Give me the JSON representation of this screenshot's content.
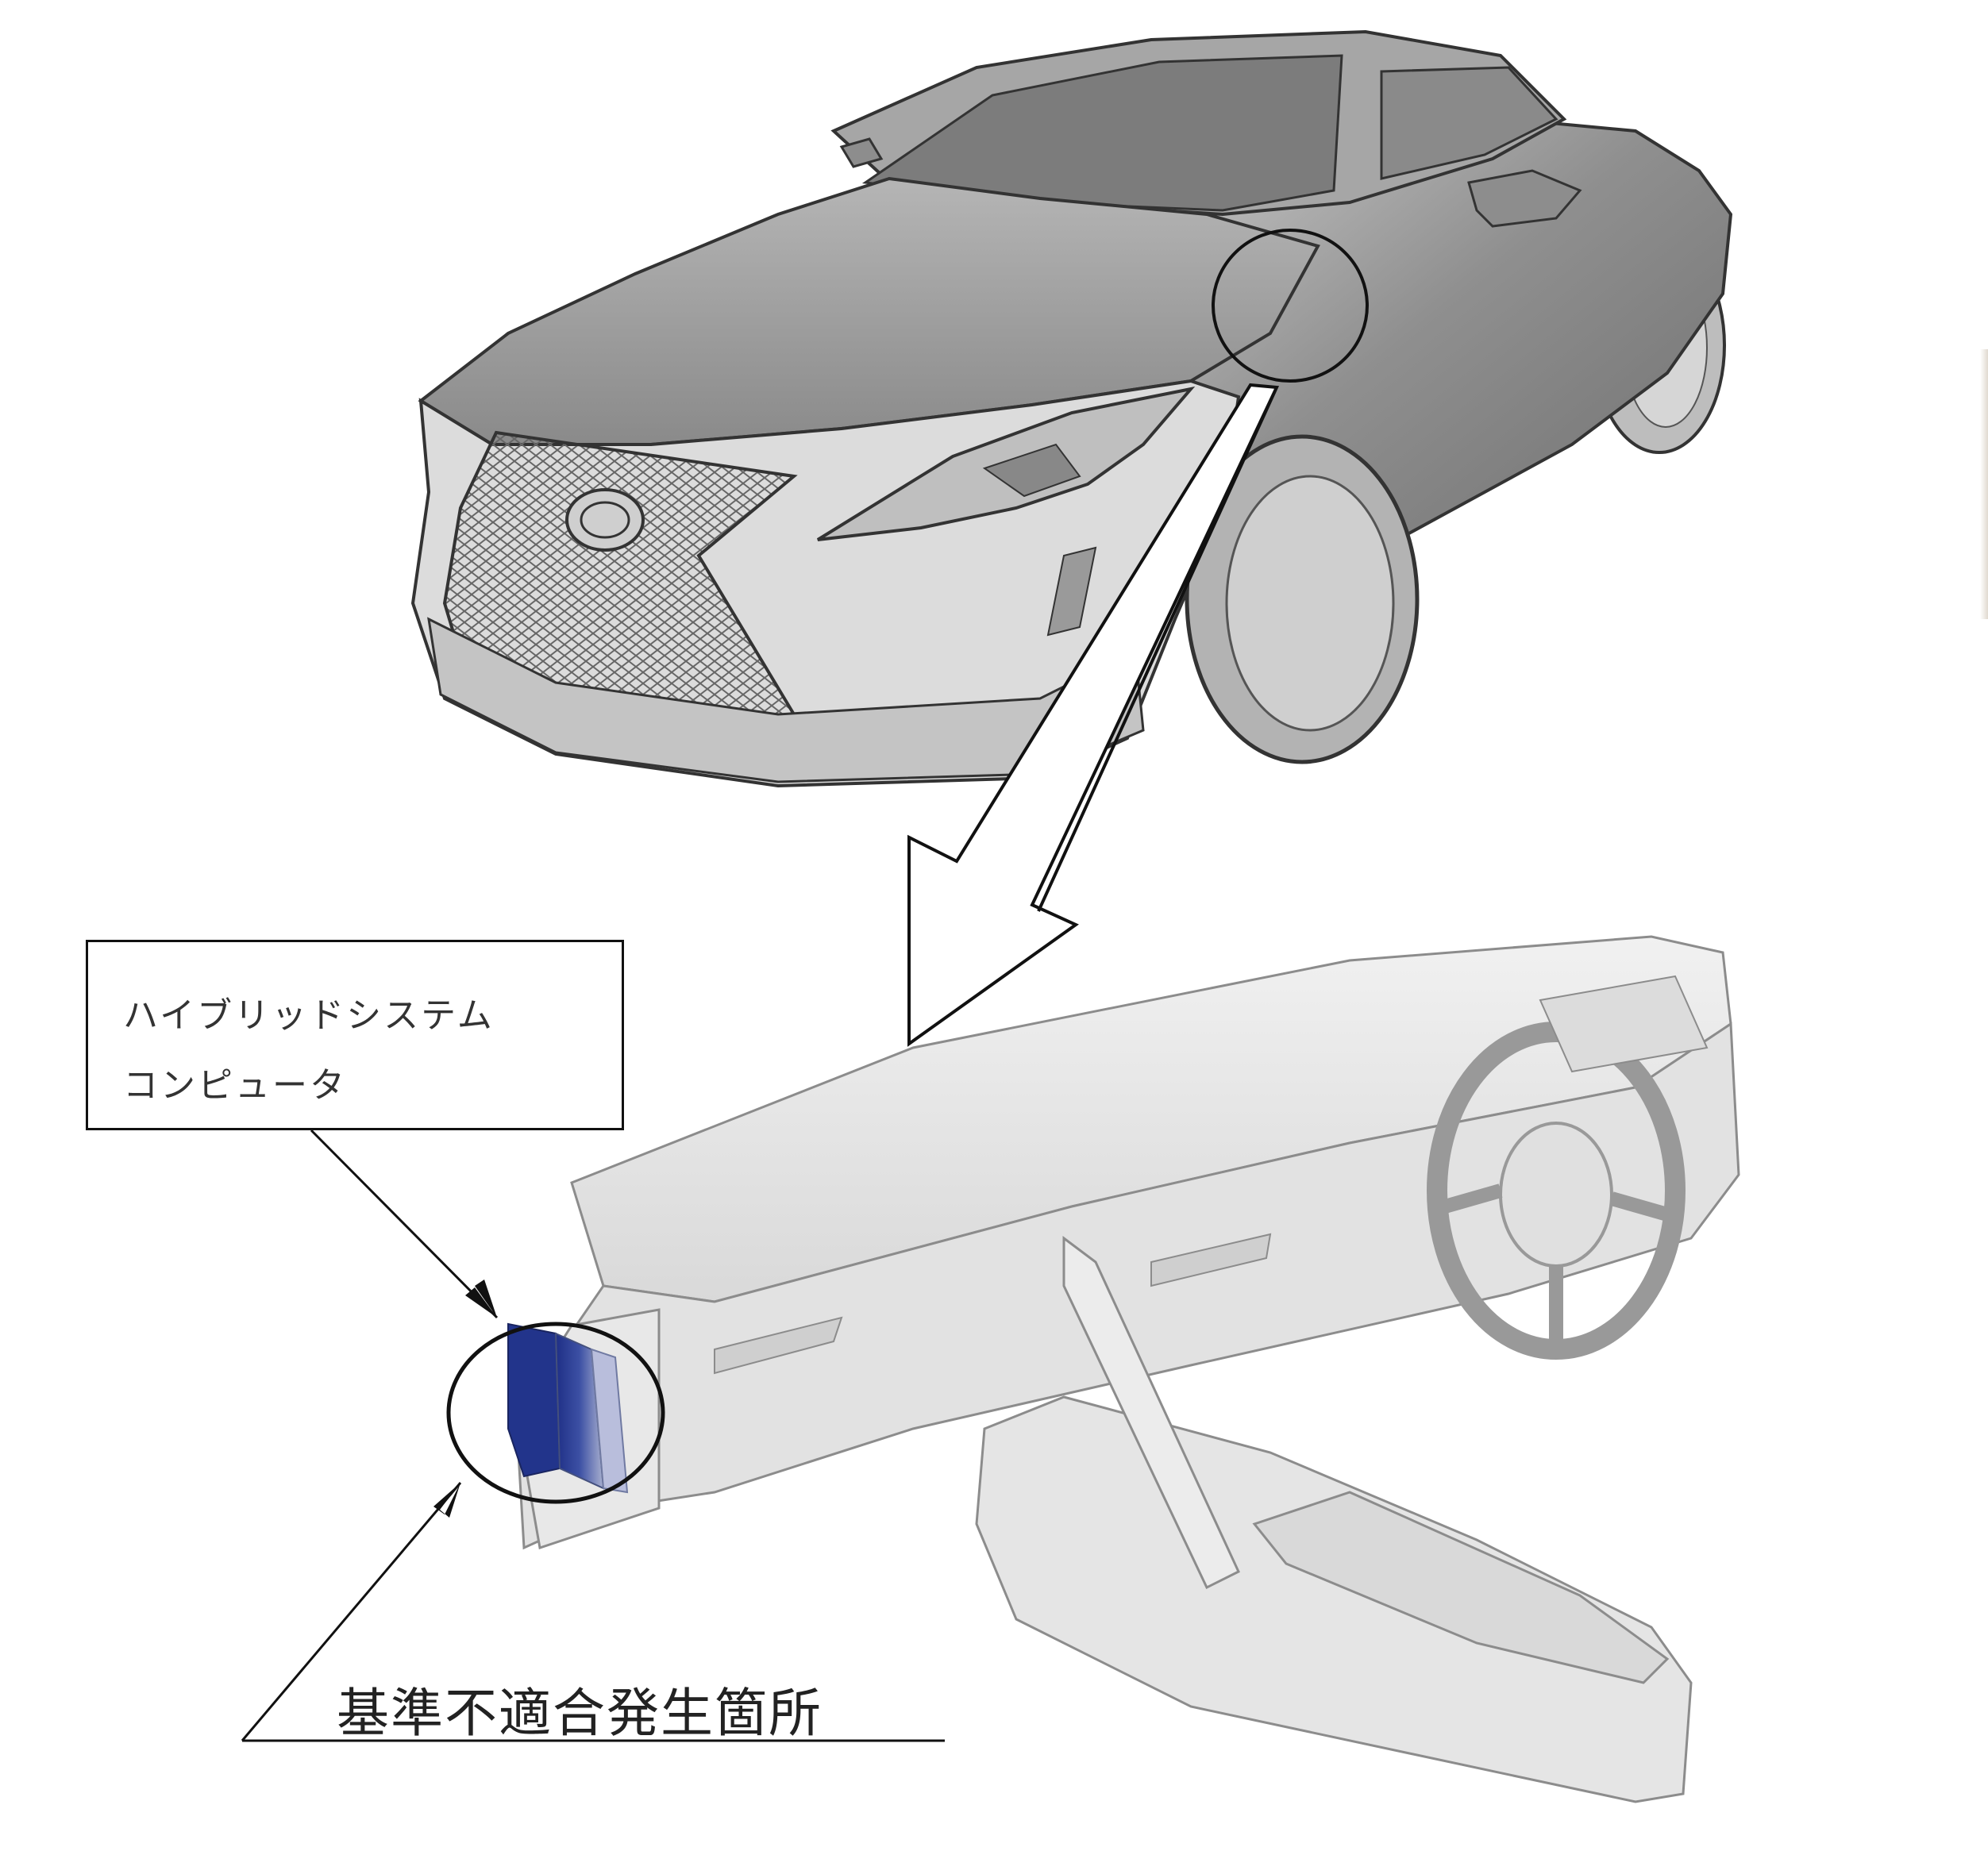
{
  "labels": {
    "component_line1": "ハイブリッドシステム",
    "component_line2": "コンピュータ",
    "nonconformity_location": "基準不適合発生箇所"
  },
  "icons": [
    "car-exterior-illustration",
    "dashboard-interior-illustration",
    "zoom-arrow",
    "highlight-circle",
    "leader-arrow"
  ],
  "colors": {
    "car_body": "#9b9b9b",
    "dashboard": "#e6e6e6",
    "highlighted_part": "#2b3f8f",
    "outline": "#111111"
  }
}
